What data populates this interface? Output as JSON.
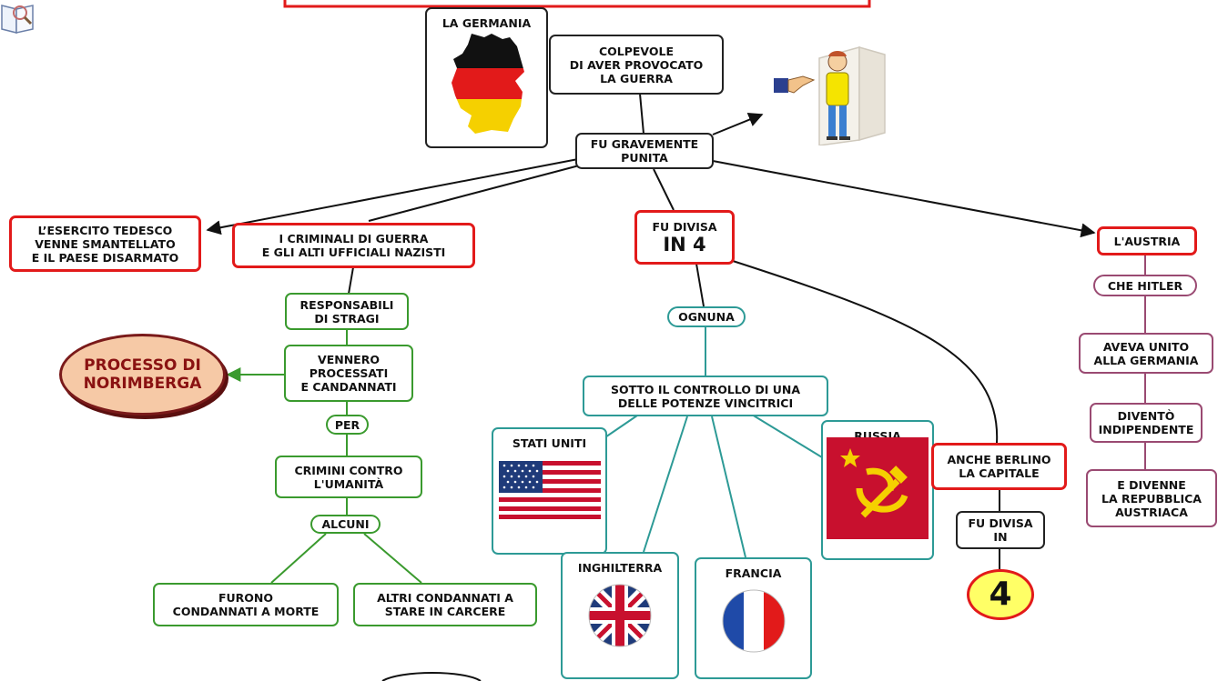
{
  "germany": {
    "label": "LA GERMANIA",
    "flag_colors": [
      "#111111",
      "#e21a1a",
      "#f5d000"
    ]
  },
  "guilty": {
    "text": "COLPEVOLE\nDI AVER PROVOCATO\nLA GUERRA"
  },
  "punished": {
    "text": "FU GRAVEMENTE\nPUNITA"
  },
  "army": {
    "text": "L’ESERCITO TEDESCO\nVENNE SMANTELLATO\nE IL PAESE DISARMATO"
  },
  "criminals": {
    "text": "I CRIMINALI DI GUERRA\nE GLI ALTI UFFICIALI NAZISTI"
  },
  "divided": {
    "line1": "FU DIVISA",
    "line2": "IN 4"
  },
  "austria": {
    "title": "L'AUSTRIA",
    "steps": [
      "CHE HITLER",
      "AVEVA UNITO\nALLA GERMANIA",
      "DIVENTÒ\nINDIPENDENTE",
      "E DIVENNE\nLA  REPUBBLICA\nAUSTRIACA"
    ]
  },
  "trial_chain": {
    "responsible": "RESPONSABILI\nDI STRAGI",
    "tried": "VENNERO\nPROCESSATI\nE CANDANNATI",
    "per": "PER",
    "crimes": "CRIMINI CONTRO\nL'UMANITÀ",
    "some": "ALCUNI",
    "death": "FURONO\nCONDANNATI A MORTE",
    "prison": "ALTRI CONDANNATI A\nSTARE IN CARCERE"
  },
  "nuremberg": {
    "text": "PROCESSO DI\nNORIMBERGA"
  },
  "each": {
    "text": "OGNUNA"
  },
  "control": {
    "text": "SOTTO IL CONTROLLO DI UNA\nDELLE POTENZE VINCITRICI"
  },
  "powers": {
    "usa": "STATI UNITI",
    "uk": "INGHILTERRA",
    "france": "FRANCIA",
    "russia": "RUSSIA"
  },
  "berlin": {
    "text": "ANCHE BERLINO\nLA CAPITALE",
    "divided": "FU DIVISA\nIN",
    "number": "4"
  },
  "colors": {
    "red": "#e21a1a",
    "green": "#3a9a2e",
    "teal": "#2d9a96",
    "plum": "#9a4a72",
    "orange_fill": "#f6c9a6",
    "yellow": "#ffff66"
  },
  "icons": [
    "book-icon",
    "pointing-hand-icon",
    "germany-map-icon",
    "usa-flag-icon",
    "uk-flag-icon",
    "france-flag-icon",
    "ussr-flag-icon"
  ]
}
